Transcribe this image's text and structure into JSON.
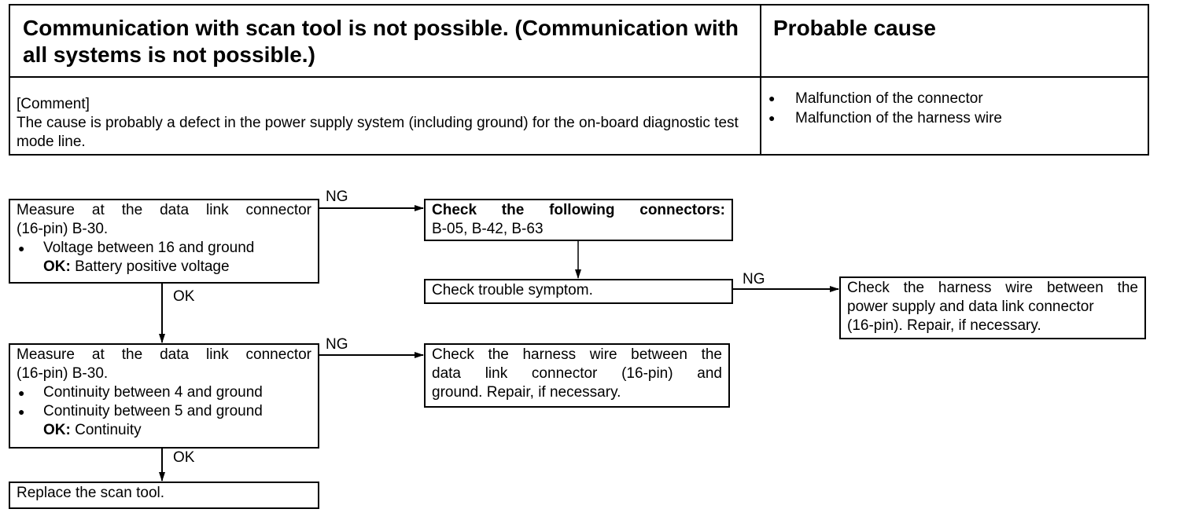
{
  "header": {
    "title": "Communication with scan tool is not possible. (Communication with all systems is not possible.)",
    "probable_cause_heading": "Probable cause",
    "comment_label": "[Comment]",
    "comment_text": "The cause is probably a defect in the power supply system (including ground) for the on-board diagnostic test mode line.",
    "causes": [
      "Malfunction of the connector",
      "Malfunction of the harness wire"
    ]
  },
  "flow": {
    "box1": {
      "line1": "Measure at the data link connector",
      "line2": "(16-pin) B-30.",
      "bullet": "Voltage between 16 and ground",
      "ok_label": "OK:",
      "ok_text": "Battery positive voltage"
    },
    "box2": {
      "line1": "Check the following connectors:",
      "line2": "B-05, B-42, B-63"
    },
    "box3": {
      "text": "Check trouble symptom."
    },
    "box4": {
      "line1": "Check the harness wire between the",
      "line2": "power supply and data link connector",
      "line3": "(16-pin). Repair, if necessary."
    },
    "box5": {
      "line1": "Measure at the data link connector",
      "line2": "(16-pin) B-30.",
      "bullet1": "Continuity between 4 and ground",
      "bullet2": "Continuity between 5 and ground",
      "ok_label": "OK:",
      "ok_text": "Continuity"
    },
    "box6": {
      "line1": "Check the harness wire between the",
      "line2": "data link connector (16-pin) and",
      "line3": "ground. Repair, if necessary."
    },
    "box7": {
      "text": "Replace the scan tool."
    },
    "labels": {
      "ng": "NG",
      "ok": "OK"
    }
  }
}
